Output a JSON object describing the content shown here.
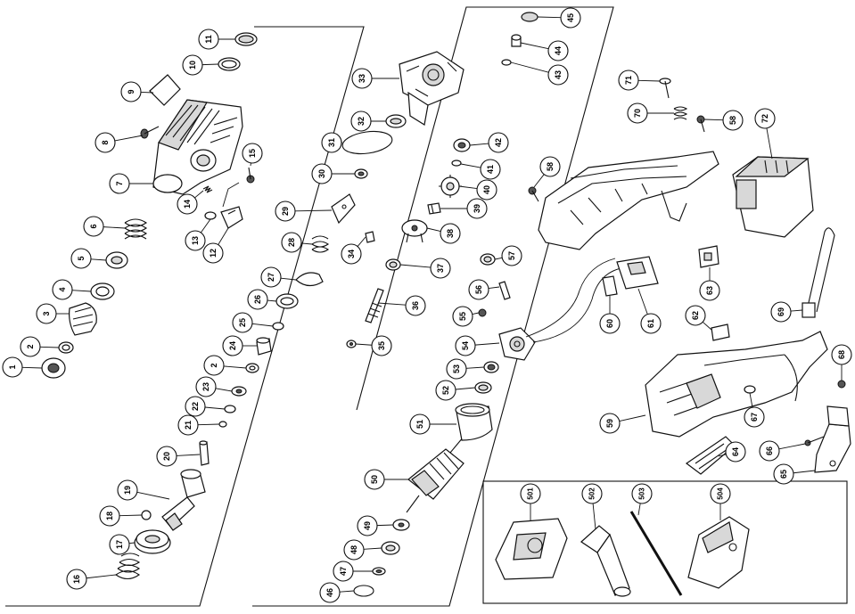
{
  "diagram": {
    "type": "exploded-parts-diagram",
    "callouts": [
      {
        "id": "p1",
        "label": "1"
      },
      {
        "id": "p2a",
        "label": "2"
      },
      {
        "id": "p3",
        "label": "3"
      },
      {
        "id": "p4",
        "label": "4"
      },
      {
        "id": "p5",
        "label": "5"
      },
      {
        "id": "p6",
        "label": "6"
      },
      {
        "id": "p7",
        "label": "7"
      },
      {
        "id": "p8",
        "label": "8"
      },
      {
        "id": "p9",
        "label": "9"
      },
      {
        "id": "p10",
        "label": "10"
      },
      {
        "id": "p11",
        "label": "11"
      },
      {
        "id": "p12",
        "label": "12"
      },
      {
        "id": "p13",
        "label": "13"
      },
      {
        "id": "p14",
        "label": "14"
      },
      {
        "id": "p15",
        "label": "15"
      },
      {
        "id": "p16",
        "label": "16"
      },
      {
        "id": "p17",
        "label": "17"
      },
      {
        "id": "p18",
        "label": "18"
      },
      {
        "id": "p19",
        "label": "19"
      },
      {
        "id": "p20",
        "label": "20"
      },
      {
        "id": "p21",
        "label": "21"
      },
      {
        "id": "p22",
        "label": "22"
      },
      {
        "id": "p23",
        "label": "23"
      },
      {
        "id": "p2b",
        "label": "2"
      },
      {
        "id": "p24",
        "label": "24"
      },
      {
        "id": "p25",
        "label": "25"
      },
      {
        "id": "p26",
        "label": "26"
      },
      {
        "id": "p27",
        "label": "27"
      },
      {
        "id": "p28",
        "label": "28"
      },
      {
        "id": "p29",
        "label": "29"
      },
      {
        "id": "p30",
        "label": "30"
      },
      {
        "id": "p31",
        "label": "31"
      },
      {
        "id": "p32",
        "label": "32"
      },
      {
        "id": "p33",
        "label": "33"
      },
      {
        "id": "p34",
        "label": "34"
      },
      {
        "id": "p35",
        "label": "35"
      },
      {
        "id": "p36",
        "label": "36"
      },
      {
        "id": "p37",
        "label": "37"
      },
      {
        "id": "p38",
        "label": "38"
      },
      {
        "id": "p39",
        "label": "39"
      },
      {
        "id": "p40",
        "label": "40"
      },
      {
        "id": "p41",
        "label": "41"
      },
      {
        "id": "p42",
        "label": "42"
      },
      {
        "id": "p43",
        "label": "43"
      },
      {
        "id": "p44",
        "label": "44"
      },
      {
        "id": "p45",
        "label": "45"
      },
      {
        "id": "p46",
        "label": "46"
      },
      {
        "id": "p47",
        "label": "47"
      },
      {
        "id": "p48",
        "label": "48"
      },
      {
        "id": "p49",
        "label": "49"
      },
      {
        "id": "p50",
        "label": "50"
      },
      {
        "id": "p51",
        "label": "51"
      },
      {
        "id": "p52",
        "label": "52"
      },
      {
        "id": "p53",
        "label": "53"
      },
      {
        "id": "p54",
        "label": "54"
      },
      {
        "id": "p55",
        "label": "55"
      },
      {
        "id": "p56",
        "label": "56"
      },
      {
        "id": "p57",
        "label": "57"
      },
      {
        "id": "p58a",
        "label": "58"
      },
      {
        "id": "p58b",
        "label": "58"
      },
      {
        "id": "p59",
        "label": "59"
      },
      {
        "id": "p60",
        "label": "60"
      },
      {
        "id": "p61",
        "label": "61"
      },
      {
        "id": "p62",
        "label": "62"
      },
      {
        "id": "p63",
        "label": "63"
      },
      {
        "id": "p64",
        "label": "64"
      },
      {
        "id": "p65",
        "label": "65"
      },
      {
        "id": "p66",
        "label": "66"
      },
      {
        "id": "p67",
        "label": "67"
      },
      {
        "id": "p68",
        "label": "68"
      },
      {
        "id": "p69",
        "label": "69"
      },
      {
        "id": "p70",
        "label": "70"
      },
      {
        "id": "p71",
        "label": "71"
      },
      {
        "id": "p72",
        "label": "72"
      },
      {
        "id": "p501",
        "label": "501"
      },
      {
        "id": "p502",
        "label": "502"
      },
      {
        "id": "p503",
        "label": "503"
      },
      {
        "id": "p504",
        "label": "504"
      }
    ]
  }
}
